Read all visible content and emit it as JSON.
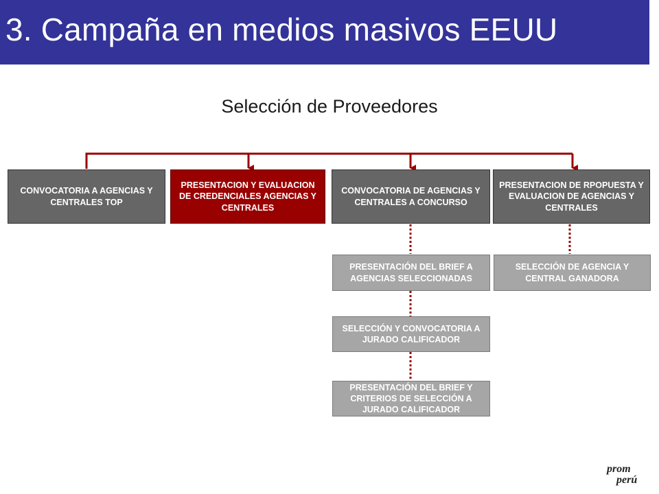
{
  "header": {
    "title": "3. Campaña en medios masivos EEUU"
  },
  "subtitle": "Selección de Proveedores",
  "colors": {
    "header_bg": "#333399",
    "accent_red": "#990000",
    "box_dark": "#666666",
    "box_light": "#a6a6a6"
  },
  "top_row": [
    {
      "label": "CONVOCATORIA A AGENCIAS Y CENTRALES TOP"
    },
    {
      "label": "PRESENTACION Y EVALUACION DE CREDENCIALES AGENCIAS Y CENTRALES"
    },
    {
      "label": "CONVOCATORIA DE AGENCIAS Y CENTRALES A CONCURSO"
    },
    {
      "label": "PRESENTACION DE RPOPUESTA Y EVALUACION DE AGENCIAS Y CENTRALES"
    }
  ],
  "column3_steps": [
    {
      "label": "PRESENTACIÓN DEL BRIEF A AGENCIAS SELECCIONADAS"
    },
    {
      "label": "SELECCIÓN Y CONVOCATORIA A JURADO CALIFICADOR"
    },
    {
      "label": "PRESENTACIÓN DEL BRIEF Y CRITERIOS DE SELECCIÓN A JURADO CALIFICADOR"
    }
  ],
  "column4_steps": [
    {
      "label": "SELECCIÓN DE AGENCIA Y CENTRAL GANADORA"
    }
  ],
  "logo": {
    "line1": "prom",
    "line2": "perú"
  }
}
